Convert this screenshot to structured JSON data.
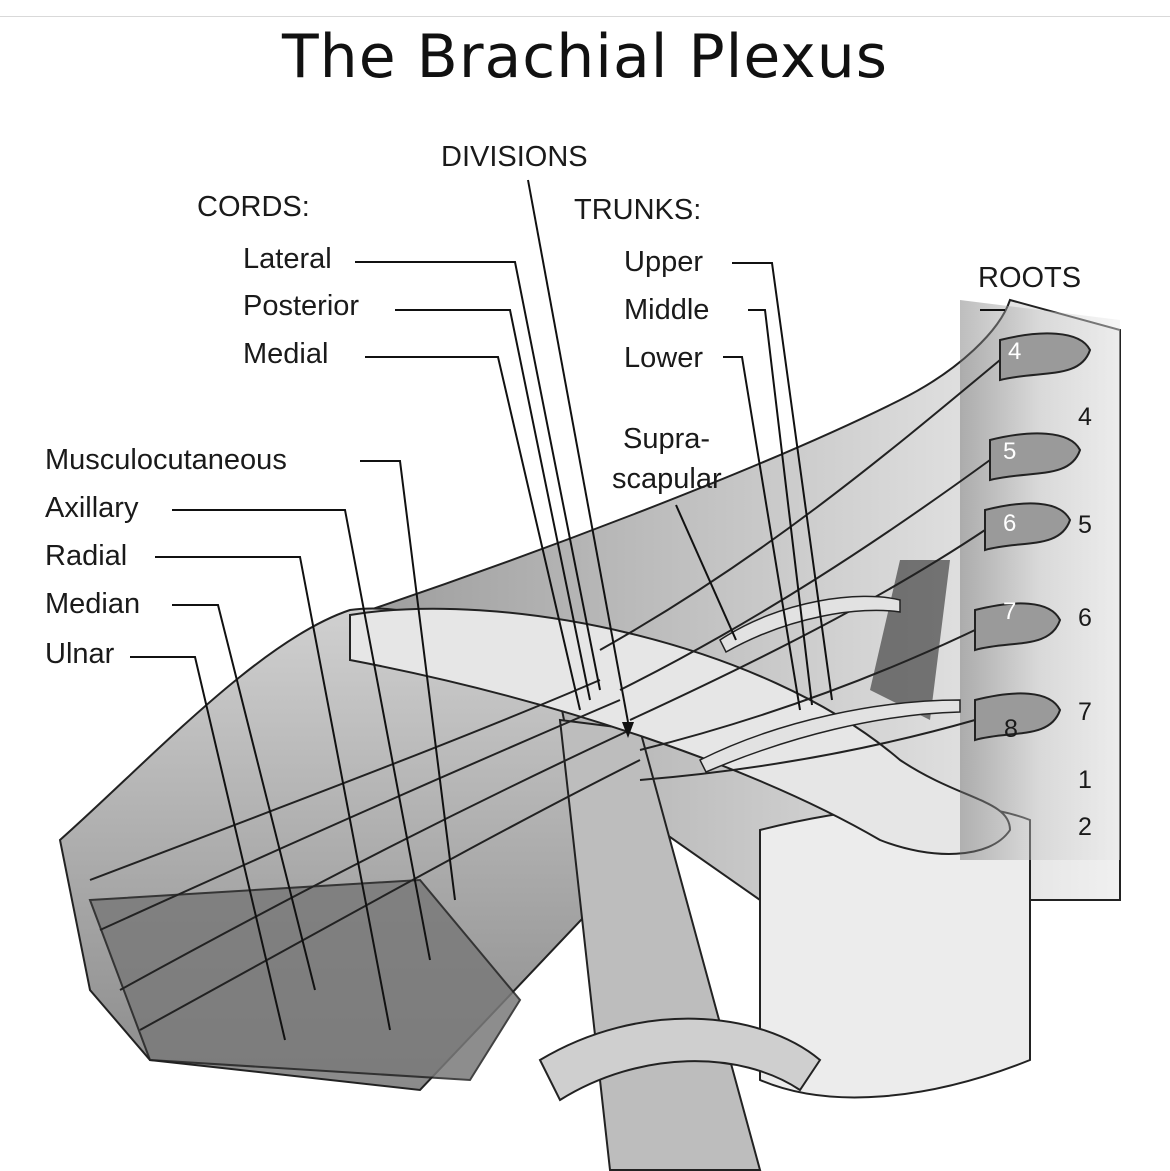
{
  "title": "The Brachial Plexus",
  "headings": {
    "divisions": "DIVISIONS",
    "cords": "CORDS:",
    "trunks": "TRUNKS:",
    "roots": "ROOTS"
  },
  "cords": [
    "Lateral",
    "Posterior",
    "Medial"
  ],
  "trunks": [
    "Upper",
    "Middle",
    "Lower"
  ],
  "suprascapular": [
    "Supra-",
    "scapular"
  ],
  "nerves": [
    "Musculocutaneous",
    "Axillary",
    "Radial",
    "Median",
    "Ulnar"
  ],
  "root_numbers_white": [
    "4",
    "5",
    "6",
    "7"
  ],
  "root_numbers_dark": [
    "4",
    "5",
    "6",
    "7",
    "1",
    "2"
  ],
  "root_number_eight": "8"
}
